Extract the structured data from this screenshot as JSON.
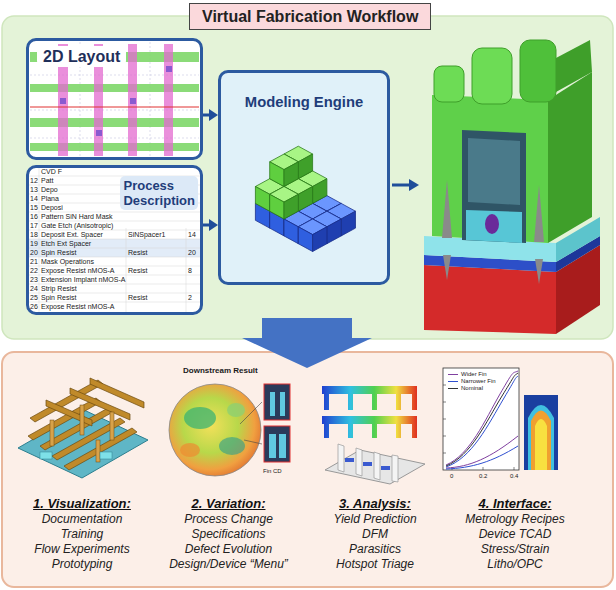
{
  "diagram": {
    "title": "Virtual Fabrication Workflow",
    "nodes": [
      {
        "text": [
          "2D Layout"
        ]
      },
      {
        "text": [
          "Process Description"
        ]
      },
      {
        "text": [
          "Modeling Engine"
        ]
      },
      {
        "text": [
          "1. Visualization:",
          "Documentation",
          "Training",
          "Flow Experiments",
          "Prototyping"
        ]
      },
      {
        "text": [
          "2. Variation:",
          "Process Change",
          "Specifications",
          "Defect Evolution",
          "Design/Device “Menu”"
        ]
      },
      {
        "text": [
          "3. Analysis:",
          "Yield Prediction",
          "DFM",
          "Parasitics",
          "Hotspot Triage"
        ]
      },
      {
        "text": [
          "4. Interface:",
          "Metrology Recipes",
          "Device TCAD",
          "Stress/Strain",
          "Litho/OPC"
        ]
      }
    ],
    "edges": [
      {
        "from": 0,
        "to": 2,
        "arrow": "to"
      },
      {
        "from": 1,
        "to": 2,
        "arrow": "to"
      }
    ],
    "labels": [
      "CVD F",
      "12",
      "Patt",
      "13",
      "Depo",
      "14",
      "Plana",
      "15",
      "Deposi",
      "16",
      "Pattern SiN Hard Mask",
      "17",
      "Gate Etch (Anisotropic)",
      "18",
      "Deposit Ext. Spacer",
      "SiNSpacer1",
      "14",
      "19",
      "Etch Ext Spacer",
      "20",
      "Spin Resist",
      "Resist",
      "20",
      "21",
      "Mask Operations",
      "22",
      "Expose Resist nMOS-A",
      "Resist",
      "8",
      "23",
      "Extension Implant nMOS-A",
      "24",
      "Strip Resist",
      "25",
      "Spin Resist",
      "Resist",
      "2",
      "26",
      "Expose Resist nMOS-A",
      "Downstream Result",
      "Fin CD",
      "0",
      "0.2",
      "0.4"
    ],
    "legend": [
      {
        "text": "Wider Fin"
      },
      {
        "text": "Narrower Fin"
      },
      {
        "text": "Nominal"
      }
    ]
  }
}
